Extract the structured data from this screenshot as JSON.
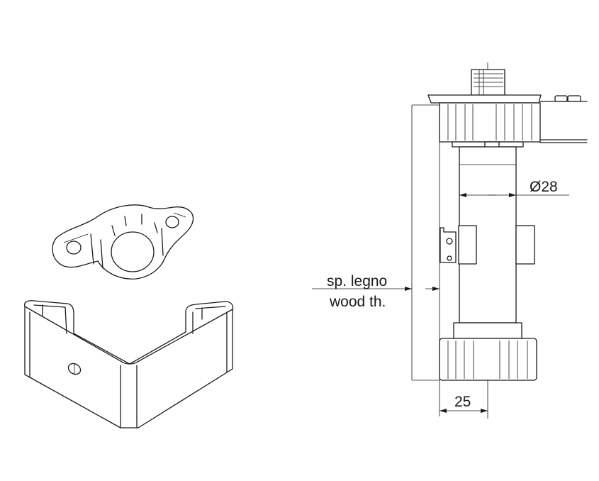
{
  "drawing": {
    "dimensions": {
      "diameter": "Ø28",
      "offset": "25",
      "wood_thickness_it": "sp. legno",
      "wood_thickness_en": "wood th."
    },
    "colors": {
      "line": "#1a1a1a",
      "background": "#ffffff"
    }
  }
}
